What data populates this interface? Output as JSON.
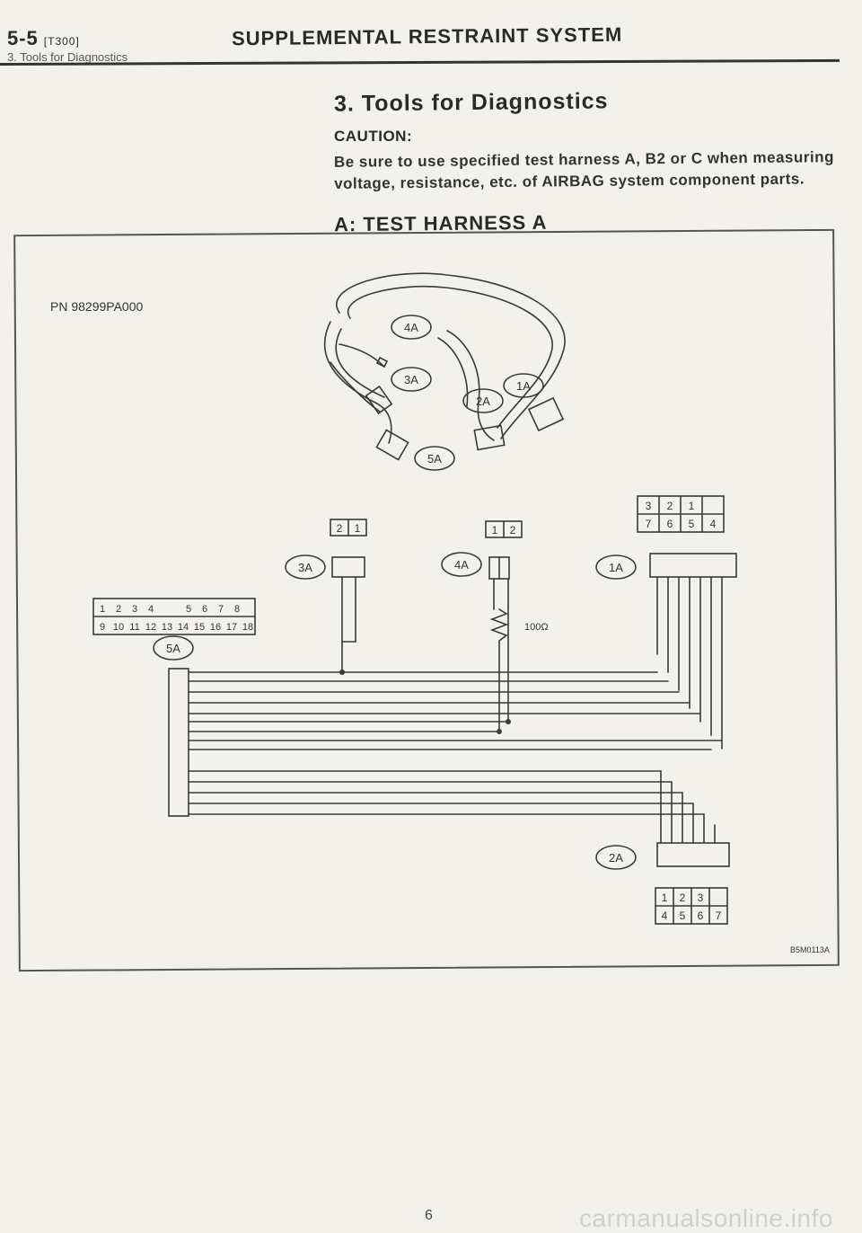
{
  "header": {
    "section": "5-5",
    "code": "[T300]",
    "subsection": "3. Tools for Diagnostics",
    "title": "SUPPLEMENTAL RESTRAINT SYSTEM"
  },
  "heading": "3. Tools for Diagnostics",
  "caution": {
    "label": "CAUTION:",
    "text": "Be sure to use specified test harness A, B2 or C when measuring voltage, resistance, etc. of AIRBAG system component parts."
  },
  "subheading": "A: TEST HARNESS A",
  "figure": {
    "part_number": "PN 98299PA000",
    "figure_id": "B5M0113A",
    "resistor_label": "100Ω",
    "callouts": {
      "c1A": "1A",
      "c2A": "2A",
      "c3A": "3A",
      "c4A": "4A",
      "c5A": "5A"
    },
    "conn_3A": [
      "2",
      "1"
    ],
    "conn_4A": [
      "1",
      "2"
    ],
    "conn_1A_top": [
      "3",
      "2",
      "1"
    ],
    "conn_1A_bottom": [
      "7",
      "6",
      "5",
      "4"
    ],
    "conn_2A_top": [
      "1",
      "2",
      "3"
    ],
    "conn_2A_bottom": [
      "4",
      "5",
      "6",
      "7"
    ],
    "conn_5A_top": [
      "1",
      "2",
      "3",
      "4",
      "5",
      "6",
      "7",
      "8"
    ],
    "conn_5A_bottom": [
      "9",
      "10",
      "11",
      "12",
      "13",
      "14",
      "15",
      "16",
      "17",
      "18"
    ]
  },
  "page_number": "6",
  "watermark": "carmanualsonline.info"
}
